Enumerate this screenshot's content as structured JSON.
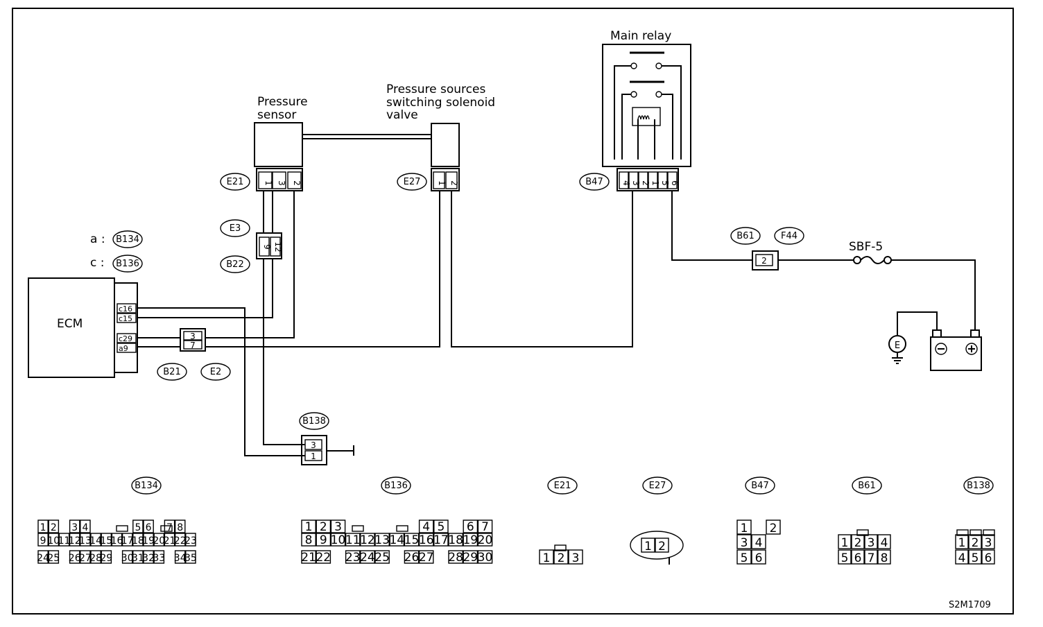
{
  "figure_id": "S2M1709",
  "components": {
    "ecm": "ECM",
    "pressure_sensor": "Pressure\nsensor",
    "solenoid_valve": "Pressure sources\nswitching solenoid\nvalve",
    "main_relay": "Main relay",
    "fuse": "SBF-5",
    "ground": "E"
  },
  "ecm_connectors": {
    "a_prefix": "a :",
    "a": "B134",
    "c_prefix": "c :",
    "c": "B136",
    "pins": [
      "c16",
      "c15",
      "c29",
      "a9"
    ]
  },
  "connector_tags": {
    "e21": "E21",
    "e27": "E27",
    "b47": "B47",
    "e3": "E3",
    "b22": "B22",
    "b21": "B21",
    "e2": "E2",
    "b61": "B61",
    "f44": "F44",
    "b138": "B138"
  },
  "pin_labels": {
    "e21": [
      "1",
      "3",
      "2"
    ],
    "e27": [
      "1",
      "2"
    ],
    "b47": [
      "4",
      "3",
      "2",
      "1",
      "5",
      "6"
    ],
    "e3_b22": [
      "9",
      "12"
    ],
    "b21_e2": [
      "3",
      "7"
    ],
    "b61": [
      "2"
    ],
    "b138": [
      "3",
      "1"
    ]
  },
  "connector_views": [
    {
      "tag": "B134",
      "rows": [
        [
          "1",
          "2",
          "",
          "3",
          "4",
          "",
          "",
          "",
          "",
          "5",
          "6",
          "",
          "7",
          "8"
        ],
        [
          "9",
          "10",
          "11",
          "12",
          "13",
          "14",
          "15",
          "16",
          "17",
          "18",
          "19",
          "20",
          "21",
          "22",
          "23"
        ],
        [
          "24",
          "25",
          "",
          "26",
          "27",
          "28",
          "29",
          "",
          "30",
          "31",
          "32",
          "33",
          "",
          "34",
          "35"
        ]
      ]
    },
    {
      "tag": "B136",
      "rows": [
        [
          "1",
          "2",
          "3",
          "",
          "",
          "",
          "",
          "",
          "4",
          "5",
          "",
          "6",
          "7"
        ],
        [
          "8",
          "9",
          "10",
          "11",
          "12",
          "13",
          "14",
          "15",
          "16",
          "17",
          "18",
          "19",
          "20"
        ],
        [
          "21",
          "22",
          "",
          "23",
          "24",
          "25",
          "",
          "26",
          "27",
          "",
          "28",
          "29",
          "30"
        ]
      ]
    },
    {
      "tag": "E21",
      "rows": [
        [
          "1",
          "2",
          "3"
        ]
      ]
    },
    {
      "tag": "E27",
      "rows": [
        [
          "1",
          "2"
        ]
      ]
    },
    {
      "tag": "B47",
      "rows": [
        [
          "1",
          "",
          "2"
        ],
        [
          "3",
          "4"
        ],
        [
          "5",
          "6"
        ]
      ]
    },
    {
      "tag": "B61",
      "rows": [
        [
          "1",
          "2",
          "3",
          "4"
        ],
        [
          "5",
          "6",
          "7",
          "8"
        ]
      ]
    },
    {
      "tag": "B138",
      "rows": [
        [
          "1",
          "2",
          "3"
        ],
        [
          "4",
          "5",
          "6"
        ]
      ]
    }
  ]
}
